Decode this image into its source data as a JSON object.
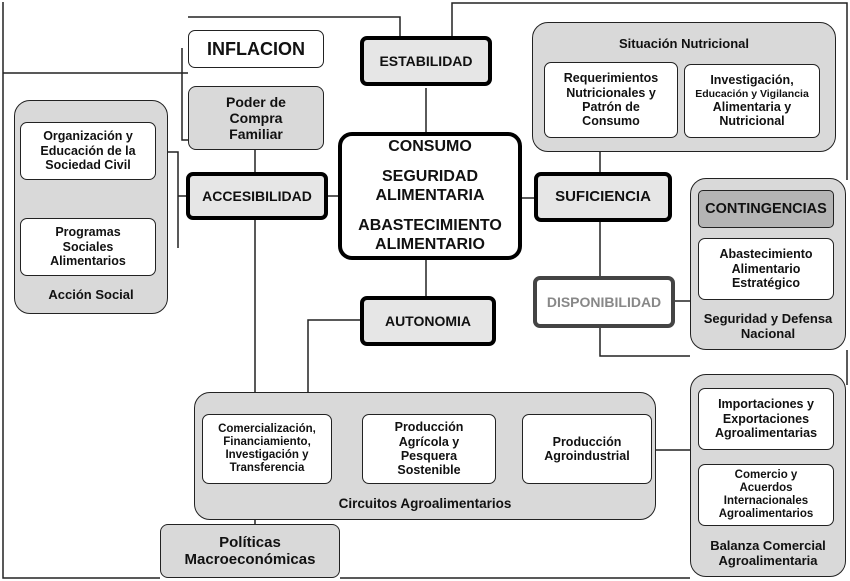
{
  "nodes": {
    "inflacion": "INFLACION",
    "poder_compra": "Poder de\nCompra\nFamiliar",
    "estabilidad": "ESTABILIDAD",
    "accesibilidad": "ACCESIBILIDAD",
    "center": {
      "line1": "CONSUMO",
      "line2": "SEGURIDAD\nALIMENTARIA",
      "line3": "ABASTECIMIENTO\nALIMENTARIO"
    },
    "suficiencia": "SUFICIENCIA",
    "autonomia": "AUTONOMIA",
    "disponibilidad": "DISPONIBILIDAD",
    "politicas": "Políticas\nMacroeconómicas"
  },
  "accion_social": {
    "label": "Acción Social",
    "items": [
      "Organización y\nEducación de la\nSociedad Civil",
      "Programas\nSociales\nAlimentarios"
    ]
  },
  "situacion_nutricional": {
    "label": "Situación Nutricional",
    "items": [
      "Requerimientos\nNutricionales y\nPatrón de\nConsumo"
    ],
    "investigacion": {
      "line1": "Investigación,",
      "line2": "Educación y Vigilancia",
      "line3": "Alimentaria y\nNutricional"
    }
  },
  "seguridad_defensa": {
    "label": "Seguridad y Defensa\nNacional",
    "contingencias": "CONTINGENCIAS",
    "items": [
      "Abastecimiento\nAlimentario\nEstratégico"
    ]
  },
  "circuitos": {
    "label": "Circuitos Agroalimentarios",
    "items": [
      "Comercialización,\nFinanciamiento,\nInvestigación y\nTransferencia",
      "Producción\nAgrícola y\nPesquera\nSostenible",
      "Producción\nAgroindustrial"
    ]
  },
  "balanza": {
    "label": "Balanza Comercial\nAgroalimentaria",
    "items": [
      "Importaciones y\nExportaciones\nAgroalimentarias",
      "Comercio y\nAcuerdos\nInternacionales\nAgroalimentarios"
    ]
  }
}
